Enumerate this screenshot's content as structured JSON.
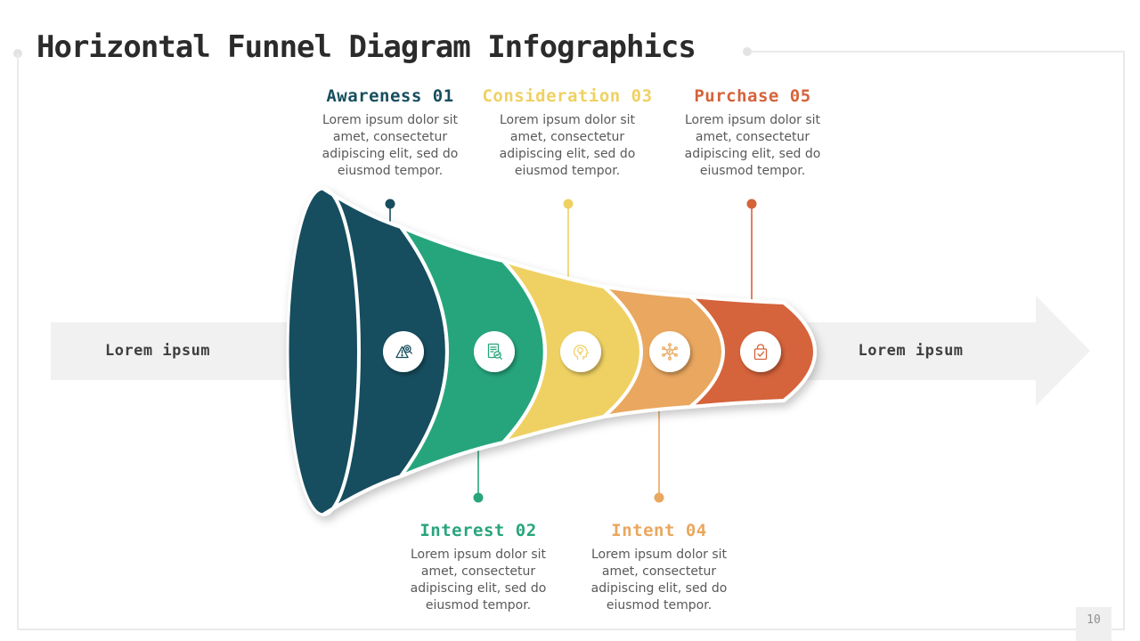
{
  "slide": {
    "title": "Horizontal Funnel Diagram Infographics",
    "page_number": "10"
  },
  "bands": {
    "left_label": "Lorem ipsum",
    "right_label": "Lorem ipsum",
    "background_color": "#f1f1f1"
  },
  "shared": {
    "description": "Lorem ipsum dolor sit amet, consectetur adipiscing elit, sed do eiusmod tempor."
  },
  "funnel": {
    "stages": [
      {
        "heading": "Awareness 01",
        "color": "#174e5e",
        "icon": "alert-search-icon"
      },
      {
        "heading": "Interest 02",
        "color": "#28a57d",
        "icon": "document-search-icon"
      },
      {
        "heading": "Consideration 03",
        "color": "#efd163",
        "icon": "idea-head-icon"
      },
      {
        "heading": "Intent 04",
        "color": "#e9a75f",
        "icon": "network-dollar-icon"
      },
      {
        "heading": "Purchase 05",
        "color": "#d5633a",
        "icon": "shopping-bag-check-icon"
      }
    ]
  }
}
